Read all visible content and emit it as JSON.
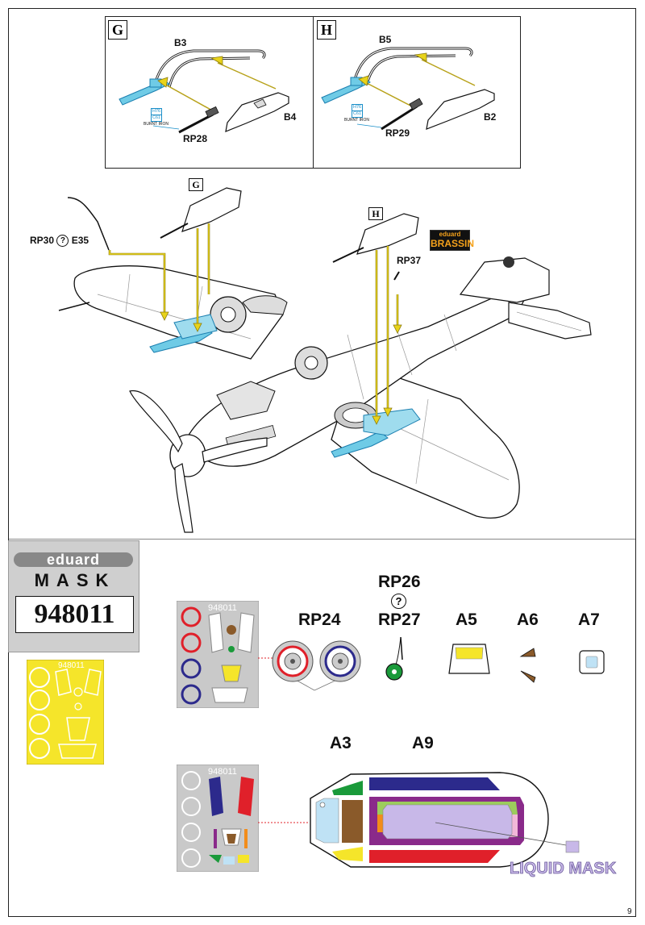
{
  "page_number": "9",
  "panel_g": {
    "letter": "G",
    "b3": "B3",
    "b4": "B4",
    "rp28": "RP28",
    "h76": "H76",
    "c61": "C61",
    "burnt_iron": "BURNT IRON"
  },
  "panel_h": {
    "letter": "H",
    "b5": "B5",
    "b2": "B2",
    "rp29": "RP29",
    "h76": "H76",
    "c61": "C61",
    "burnt_iron": "BURNT IRON"
  },
  "main": {
    "g_letter": "G",
    "h_letter": "H",
    "rp30": "RP30",
    "rp30_q": "?",
    "e35": "E35",
    "rp37": "RP37",
    "brassin_top": "eduard",
    "brassin_bottom": "BRASSIN"
  },
  "mask": {
    "brand": "eduard",
    "word": "MASK",
    "code": "948011",
    "sheet_code": "948011",
    "labels": {
      "rp26": "RP26",
      "rp26_q": "?",
      "rp24": "RP24",
      "rp27": "RP27",
      "a5": "A5",
      "a6": "A6",
      "a7": "A7",
      "a3": "A3",
      "a9": "A9"
    },
    "liquid_mask": "LIQUID MASK"
  },
  "colors": {
    "blue_part": "#6fcbe6",
    "yellow_arrow": "#e8d31a",
    "mask_yellow": "#f5e52a",
    "red": "#e0202a",
    "navy": "#2c2a8c",
    "green": "#1a9a3a",
    "brown": "#8a5a2a",
    "lilac": "#c8b8e8",
    "orange": "#f28c1a",
    "purple": "#8a2a8a",
    "light_green": "#9ccc5c",
    "pink": "#f2b8d8",
    "light_blue": "#bfe2f5"
  }
}
